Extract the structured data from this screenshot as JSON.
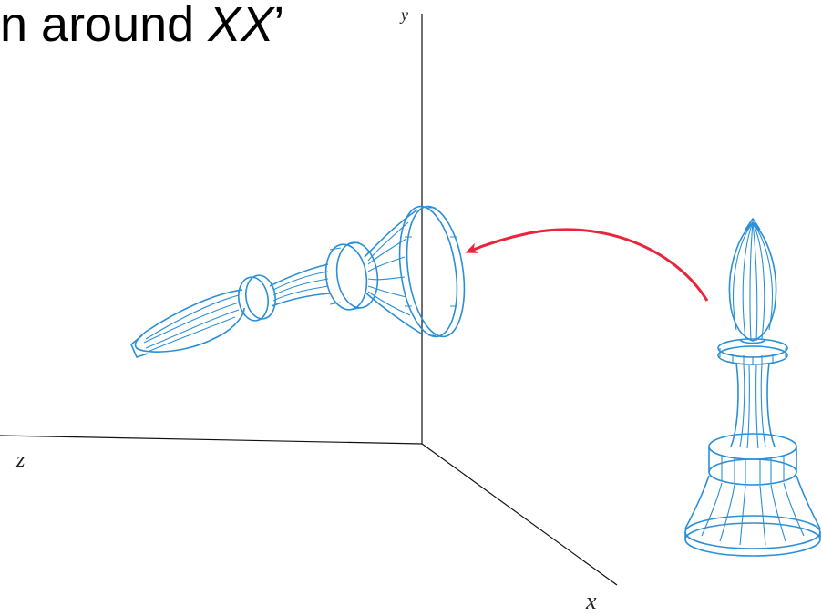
{
  "title": {
    "prefix": "n around ",
    "axis_name": "XX",
    "suffix": "’"
  },
  "axes": {
    "y_label": "y",
    "x_label": "x",
    "z_label": "z"
  },
  "colors": {
    "wireframe": "#2a8fd6",
    "arrow": "#e8253c",
    "axes": "#111111"
  },
  "objects": [
    "rotated-chess-bishop-wireframe",
    "upright-chess-bishop-wireframe",
    "rotation-arrow"
  ]
}
